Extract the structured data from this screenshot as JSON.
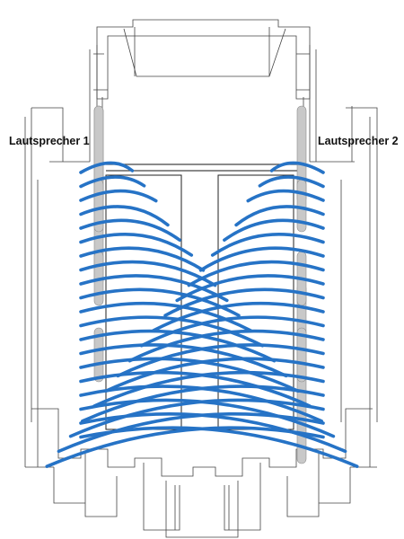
{
  "labels": {
    "speaker_left": "Lautsprecher 1",
    "speaker_right": "Lautsprecher 2"
  },
  "colors": {
    "wave": "#2673c6",
    "sketch": "#444444",
    "column": "#c8c8c8"
  },
  "wave_count_per_side": 20
}
